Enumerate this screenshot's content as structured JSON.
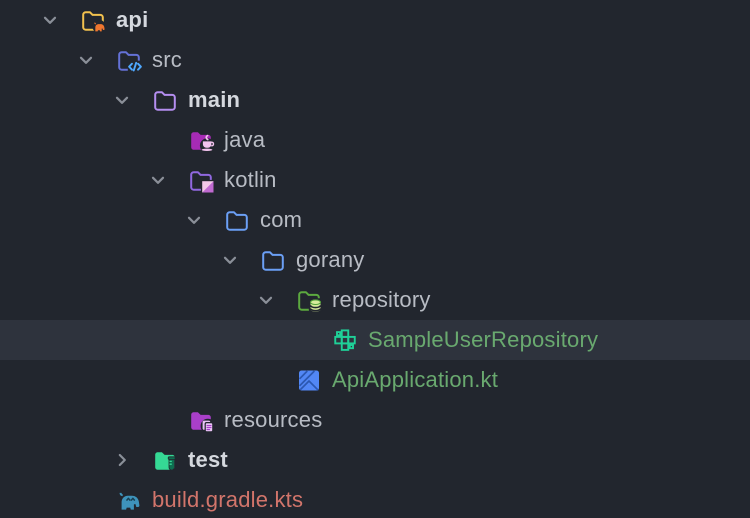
{
  "colors": {
    "background": "#22262E",
    "selection": "#2E333D",
    "text": "#B8BCC4",
    "text_bold": "#D5D8DE",
    "vcs_added_green": "#69A96F",
    "unversioned_salmon": "#D2756B",
    "chevron_gray": "#8A8F98",
    "interface_teal": "#1FD198",
    "kotlin_file_blue": "#5287F5",
    "gradle_teal": "#3E93BB",
    "module_folder_yellow": "#F2C14E",
    "sources_folder_indigo": "#6471D6",
    "package_folder_blue": "#6B9FF5",
    "kotlin_folder_purple": "#9168E0",
    "main_folder_lavender": "#B58EF0",
    "java_folder_magenta": "#A62BB5",
    "repository_folder_green": "#5CA93F",
    "test_folder_mint": "#35D995"
  },
  "tree": {
    "rows": [
      {
        "label": "api",
        "level": 0,
        "chevron": "down",
        "icon": "gradle-module-folder-icon",
        "text_style": "bold",
        "selected": false
      },
      {
        "label": "src",
        "level": 1,
        "chevron": "down",
        "icon": "sources-root-folder-icon",
        "text_style": "normal",
        "selected": false
      },
      {
        "label": "main",
        "level": 2,
        "chevron": "down",
        "icon": "main-folder-icon",
        "text_style": "bold",
        "selected": false
      },
      {
        "label": "java",
        "level": 3,
        "chevron": "none",
        "icon": "java-folder-icon",
        "text_style": "normal",
        "selected": false
      },
      {
        "label": "kotlin",
        "level": 3,
        "chevron": "down",
        "icon": "kotlin-folder-icon",
        "text_style": "normal",
        "selected": false
      },
      {
        "label": "com",
        "level": 4,
        "chevron": "down",
        "icon": "package-folder-icon",
        "text_style": "normal",
        "selected": false
      },
      {
        "label": "gorany",
        "level": 5,
        "chevron": "down",
        "icon": "package-folder-icon",
        "text_style": "normal",
        "selected": false
      },
      {
        "label": "repository",
        "level": 6,
        "chevron": "down",
        "icon": "repository-folder-icon",
        "text_style": "normal",
        "selected": false
      },
      {
        "label": "SampleUserRepository",
        "level": 7,
        "chevron": "none",
        "icon": "kotlin-interface-icon",
        "text_style": "vcs-added",
        "selected": true
      },
      {
        "label": "ApiApplication.kt",
        "level": 6,
        "chevron": "none",
        "icon": "kotlin-file-icon",
        "text_style": "vcs-added",
        "selected": false
      },
      {
        "label": "resources",
        "level": 3,
        "chevron": "none",
        "icon": "resources-folder-icon",
        "text_style": "normal",
        "selected": false
      },
      {
        "label": "test",
        "level": 2,
        "chevron": "right",
        "icon": "test-folder-icon",
        "text_style": "bold",
        "selected": false
      },
      {
        "label": "build.gradle.kts",
        "level": 1,
        "chevron": "none",
        "icon": "gradle-file-icon",
        "text_style": "unversioned",
        "selected": false
      }
    ]
  }
}
